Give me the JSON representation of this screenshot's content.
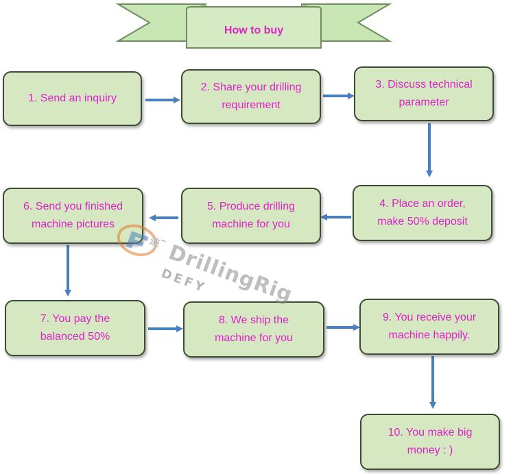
{
  "banner": {
    "title": "How to buy"
  },
  "steps": [
    {
      "label": "1. Send  an inquiry"
    },
    {
      "label": "2. Share your drilling\nrequirement"
    },
    {
      "label": "3. Discuss technical\nparameter"
    },
    {
      "label": "4. Place an order,\nmake 50% deposit"
    },
    {
      "label": "5. Produce drilling\nmachine for you"
    },
    {
      "label": "6. Send  you finished\nmachine pictures"
    },
    {
      "label": "7. You pay the\nbalanced 50%"
    },
    {
      "label": "8. We ship the\nmachine for you"
    },
    {
      "label": "9. You receive your\nmachine happily."
    },
    {
      "label": "10. You make big\nmoney : )"
    }
  ],
  "watermark": {
    "brand": "DrillingRig",
    "sub": "DEFY",
    "logo_chars": "迪飞"
  },
  "colors": {
    "box_fill": "#d5e8c2",
    "box_border": "#3d4a33",
    "text": "#e020c8",
    "arrow": "#4a7fbf",
    "banner_fill": "#c8e6b4"
  }
}
